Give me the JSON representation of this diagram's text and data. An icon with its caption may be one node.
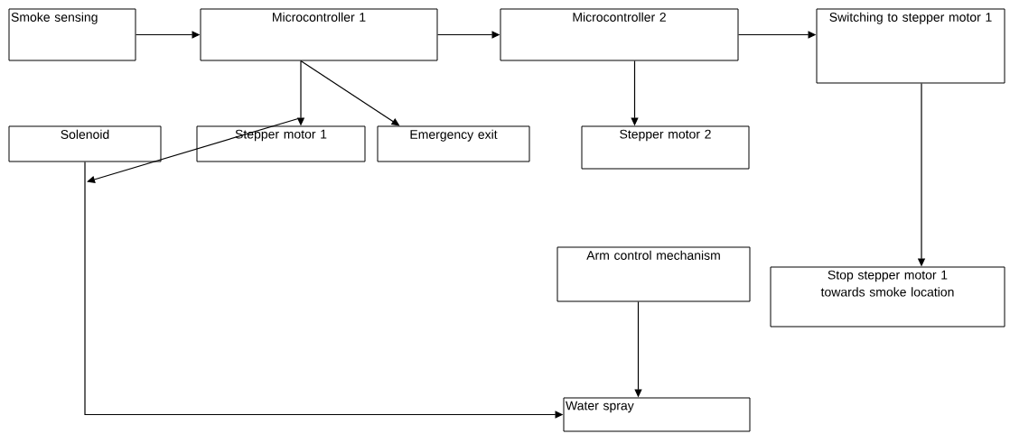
{
  "diagram": {
    "nodes": [
      {
        "text": [
          "Smoke sensing"
        ]
      },
      {
        "text": [
          "Microcontroller 1"
        ]
      },
      {
        "text": [
          "Microcontroller 2"
        ]
      },
      {
        "text": [
          "Switching to stepper motor 1"
        ]
      },
      {
        "text": [
          "Solenoid"
        ]
      },
      {
        "text": [
          "Stepper motor 1"
        ]
      },
      {
        "text": [
          "Emergency exit"
        ]
      },
      {
        "text": [
          "Stepper motor 2"
        ]
      },
      {
        "text": [
          "Arm control mechanism"
        ]
      },
      {
        "text": [
          "Stop stepper motor 1 towards smoke location"
        ]
      },
      {
        "text": [
          "Water spray"
        ]
      }
    ],
    "edges": [
      {
        "from": 0,
        "to": 1,
        "arrow": "to"
      },
      {
        "from": 1,
        "to": 2,
        "arrow": "to"
      },
      {
        "from": 2,
        "to": 3,
        "arrow": "to"
      },
      {
        "from": 1,
        "to": 5,
        "arrow": "to"
      },
      {
        "from": 1,
        "to": 6,
        "arrow": "to"
      },
      {
        "from": 2,
        "to": 7,
        "arrow": "to"
      },
      {
        "from": 5,
        "to": 4,
        "arrow": "to"
      },
      {
        "from": 3,
        "to": 9,
        "arrow": "to"
      },
      {
        "from": 4,
        "to": 10,
        "arrow": "to"
      },
      {
        "from": 8,
        "to": 10,
        "arrow": "to"
      }
    ]
  }
}
